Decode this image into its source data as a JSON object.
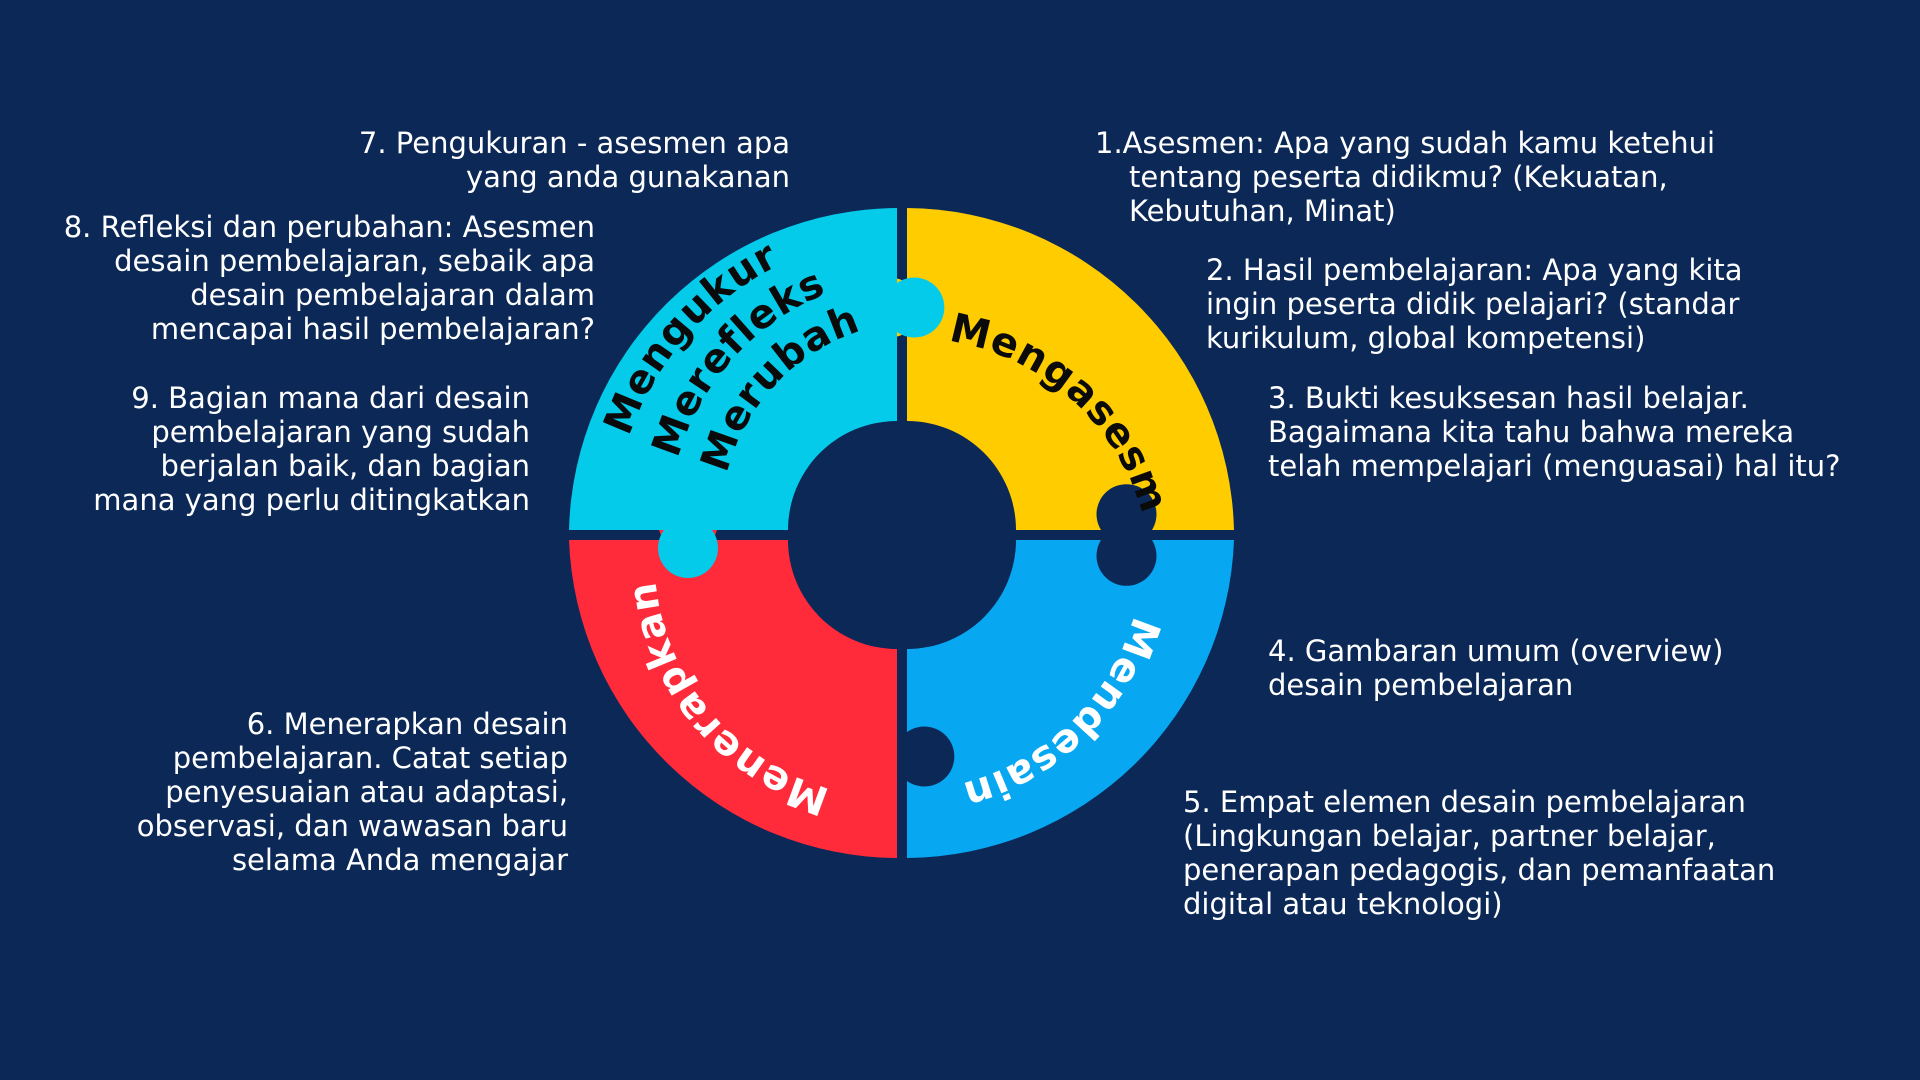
{
  "colors": {
    "background": "#0b2857",
    "measure_segment": "#05cbea",
    "assess_segment": "#ffcc00",
    "design_segment": "#08a7f2",
    "apply_segment": "#ff2a3a",
    "label_dark": "#0a0a0a",
    "label_light": "#ffffff",
    "text": "#ffffff"
  },
  "segments": {
    "assess": "Mengasesmen",
    "design": "Mendesain",
    "apply": "Menerapkan",
    "measure": [
      "Mengukur",
      "Merefleksi",
      "Merubah"
    ]
  },
  "notes": {
    "n1": [
      "1.",
      "Asesmen: Apa yang sudah kamu ketehui",
      "tentang peserta didikmu? (Kekuatan,",
      "Kebutuhan, Minat)"
    ],
    "n2": [
      "2. Hasil pembelajaran: Apa yang kita",
      "ingin peserta didik pelajari? (standar",
      "kurikulum, global kompetensi)"
    ],
    "n3": [
      "3. Bukti kesuksesan hasil belajar.",
      "Bagaimana kita tahu bahwa mereka",
      "telah mempelajari (menguasai) hal itu?"
    ],
    "n4": [
      "4. Gambaran umum (overview)",
      "desain pembelajaran"
    ],
    "n5": [
      "5. Empat elemen desain pembelajaran",
      "(Lingkungan belajar, partner belajar,",
      "penerapan pedagogis, dan pemanfaatan",
      "digital atau teknologi)"
    ],
    "n6": [
      "6. Menerapkan desain",
      "pembelajaran. Catat setiap",
      "penyesuaian atau adaptasi,",
      "observasi, dan wawasan baru",
      "selama Anda mengajar"
    ],
    "n7": [
      "7. Pengukuran - asesmen apa",
      "yang anda gunakanan"
    ],
    "n8": [
      "8. Refleksi dan perubahan: Asesmen",
      "desain pembelajaran, sebaik apa",
      "desain pembelajaran dalam",
      "mencapai hasil pembelajaran?"
    ],
    "n9": [
      "9. Bagian mana dari desain",
      "pembelajaran yang sudah",
      "berjalan baik, dan bagian",
      "mana yang perlu ditingkatkan"
    ]
  }
}
